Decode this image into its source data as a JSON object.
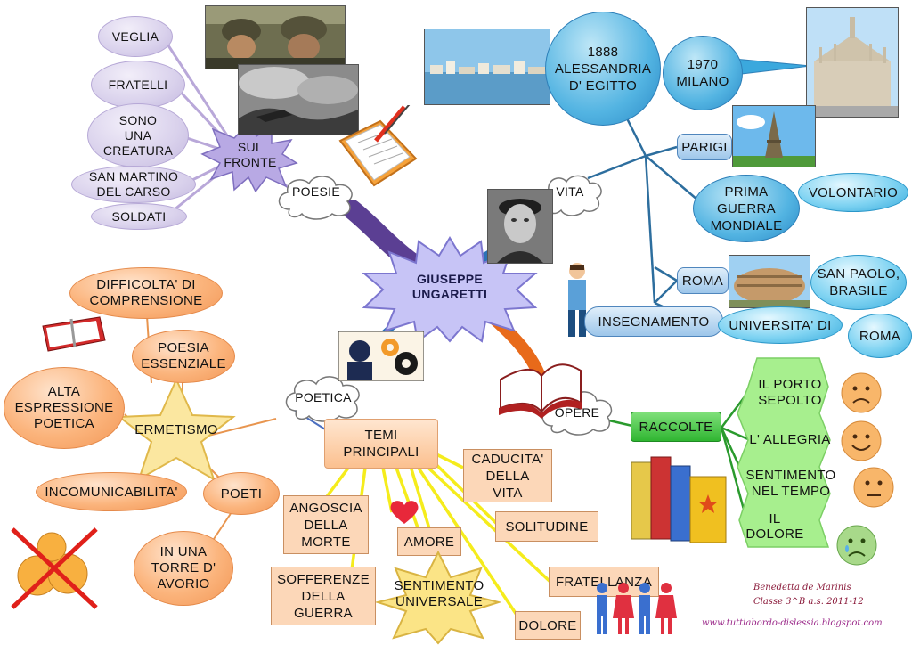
{
  "center": {
    "title": "GIUSEPPE\nUNGARETTI"
  },
  "branches": {
    "poesie": "POESIE",
    "vita": "VITA",
    "poetica": "POETICA",
    "opere": "OPERE"
  },
  "sul_fronte": {
    "label": "SUL\nFRONTE",
    "items": [
      "VEGLIA",
      "FRATELLI",
      "SONO\nUNA\nCREATURA",
      "SAN MARTINO\nDEL CARSO",
      "SOLDATI"
    ]
  },
  "vita": {
    "birth": "1888\nALESSANDRIA\nD' EGITTO",
    "milano": "1970\nMILANO",
    "parigi": "PARIGI",
    "guerra": "PRIMA\nGUERRA\nMONDIALE",
    "volontario": "VOLONTARIO",
    "roma": "ROMA",
    "insegnamento": "INSEGNAMENTO",
    "universita": "UNIVERSITA' DI",
    "san_paolo": "SAN PAOLO,\nBRASILE",
    "roma_univ": "ROMA"
  },
  "opere": {
    "raccolte": "RACCOLTE",
    "items": [
      "IL PORTO\nSEPOLTO",
      "L' ALLEGRIA",
      "SENTIMENTO\nNEL TEMPO",
      "IL DOLORE"
    ]
  },
  "poetica": {
    "ermetismo": "ERMETISMO",
    "difficolta": "DIFFICOLTA' DI\nCOMPRENSIONE",
    "poesia_essenziale": "POESIA\nESSENZIALE",
    "alta": "ALTA\nESPRESSIONE\nPOETICA",
    "incomunicabilita": "INCOMUNICABILITA'",
    "poeti": "POETI",
    "torre": "IN UNA\nTORRE D'\nAVORIO"
  },
  "temi": {
    "label": "TEMI\nPRINCIPALI",
    "angoscia": "ANGOSCIA\nDELLA\nMORTE",
    "caducita": "CADUCITA'\nDELLA\nVITA",
    "amore": "AMORE",
    "solitudine": "SOLITUDINE",
    "sofferenze": "SOFFERENZE\nDELLA\nGUERRA",
    "sentimento": "SENTIMENTO\nUNIVERSALE",
    "fratellanza": "FRATELLANZA",
    "dolore": "DOLORE"
  },
  "credits": {
    "author": "Benedetta de Marinis",
    "classe": "Classe 3^B a.s. 2011-12",
    "blog": "www.tuttiabordo-dislessia.blogspot.com"
  },
  "colors": {
    "purple_branch": "#5b3f93",
    "blue_branch": "#2b73b6",
    "orange_branch": "#e86a1a",
    "lavender": "#d6cceb",
    "orange": "#f8a463",
    "green": "#36b936",
    "yellow_line": "#f7f01a"
  }
}
